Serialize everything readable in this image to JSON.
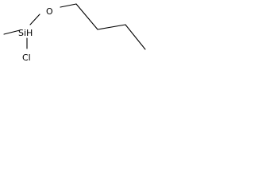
{
  "molecule": {
    "atoms": {
      "oxygen": "O",
      "silicon": "SiH",
      "chlorine": "Cl"
    }
  }
}
